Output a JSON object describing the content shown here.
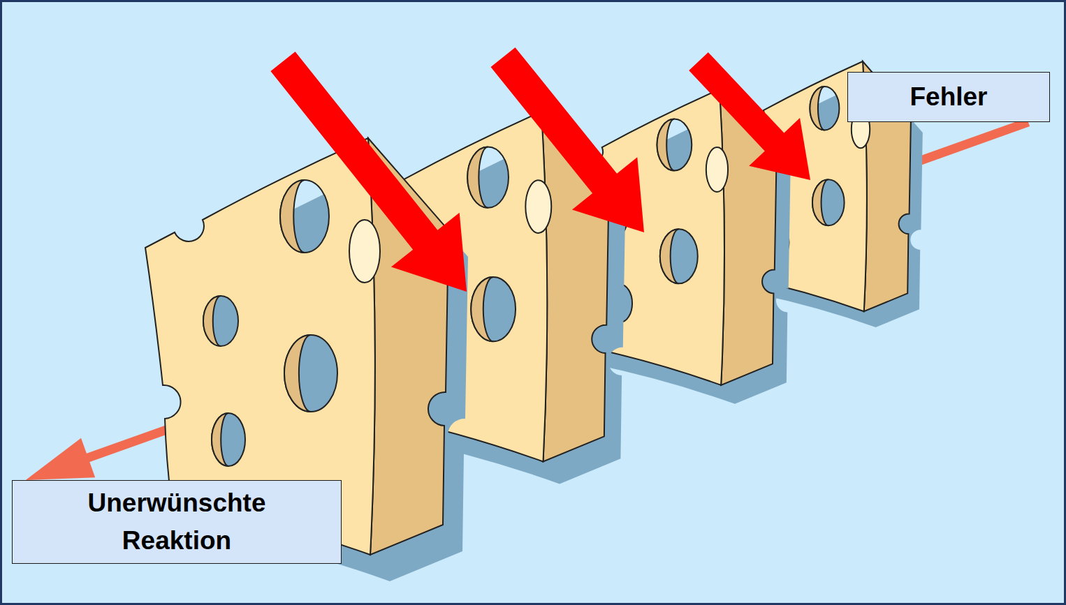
{
  "diagram": {
    "nodes": [
      {
        "text": [
          "Fehler"
        ]
      },
      {
        "text": [
          "Unerwünschte Reaktion"
        ]
      }
    ],
    "edges": [
      {
        "from": 0,
        "to": 1,
        "arrow": "to"
      }
    ]
  }
}
